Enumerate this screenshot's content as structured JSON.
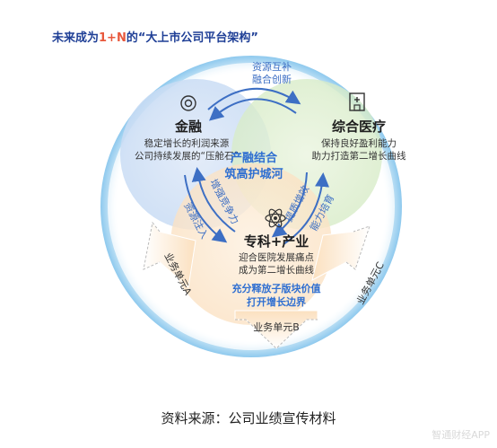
{
  "title": {
    "prefix": "未来成为",
    "highlight": "1+N",
    "suffix": "的“大上市公司平台架构”"
  },
  "nodes": {
    "finance": {
      "title": "金融",
      "line1": "稳定增长的利润来源",
      "line2": "公司持续发展的“压舱石”",
      "icon": "coin-icon"
    },
    "medical": {
      "title": "综合医疗",
      "line1": "保持良好盈利能力",
      "line2": "助力打造第二增长曲线",
      "icon": "hospital-building-icon"
    },
    "industry": {
      "title": "专科+产业",
      "line1": "迎合医院发展痛点",
      "line2": "成为第二增长曲线",
      "icon": "atom-icon"
    }
  },
  "center": {
    "line1": "产融结合",
    "line2": "筑高护城河"
  },
  "top_link": {
    "line1": "资源互补",
    "line2": "融合创新"
  },
  "arrows": {
    "left_outer": "资源注入",
    "left_inner": "增强竞争力",
    "right_inner": "提质增效",
    "right_outer": "能力培育"
  },
  "value": {
    "line1": "充分释放子版块价值",
    "line2": "打开增长边界"
  },
  "units": {
    "a": "业务单元A",
    "b": "业务单元B",
    "c": "业务单元C"
  },
  "source": "资料来源：公司业绩宣传材料",
  "watermark": "智通财经APP",
  "colors": {
    "title_blue": "#1f3f96",
    "accent_orange": "#e8583c",
    "center_blue": "#2f6fd1",
    "arrow_blue": "#3d6fc4",
    "ring_blue": "#8ec9ee",
    "finance_circle": "#c9dcf4",
    "medical_circle": "#d8ecc8",
    "industry_circle": "#fbe2c4"
  }
}
